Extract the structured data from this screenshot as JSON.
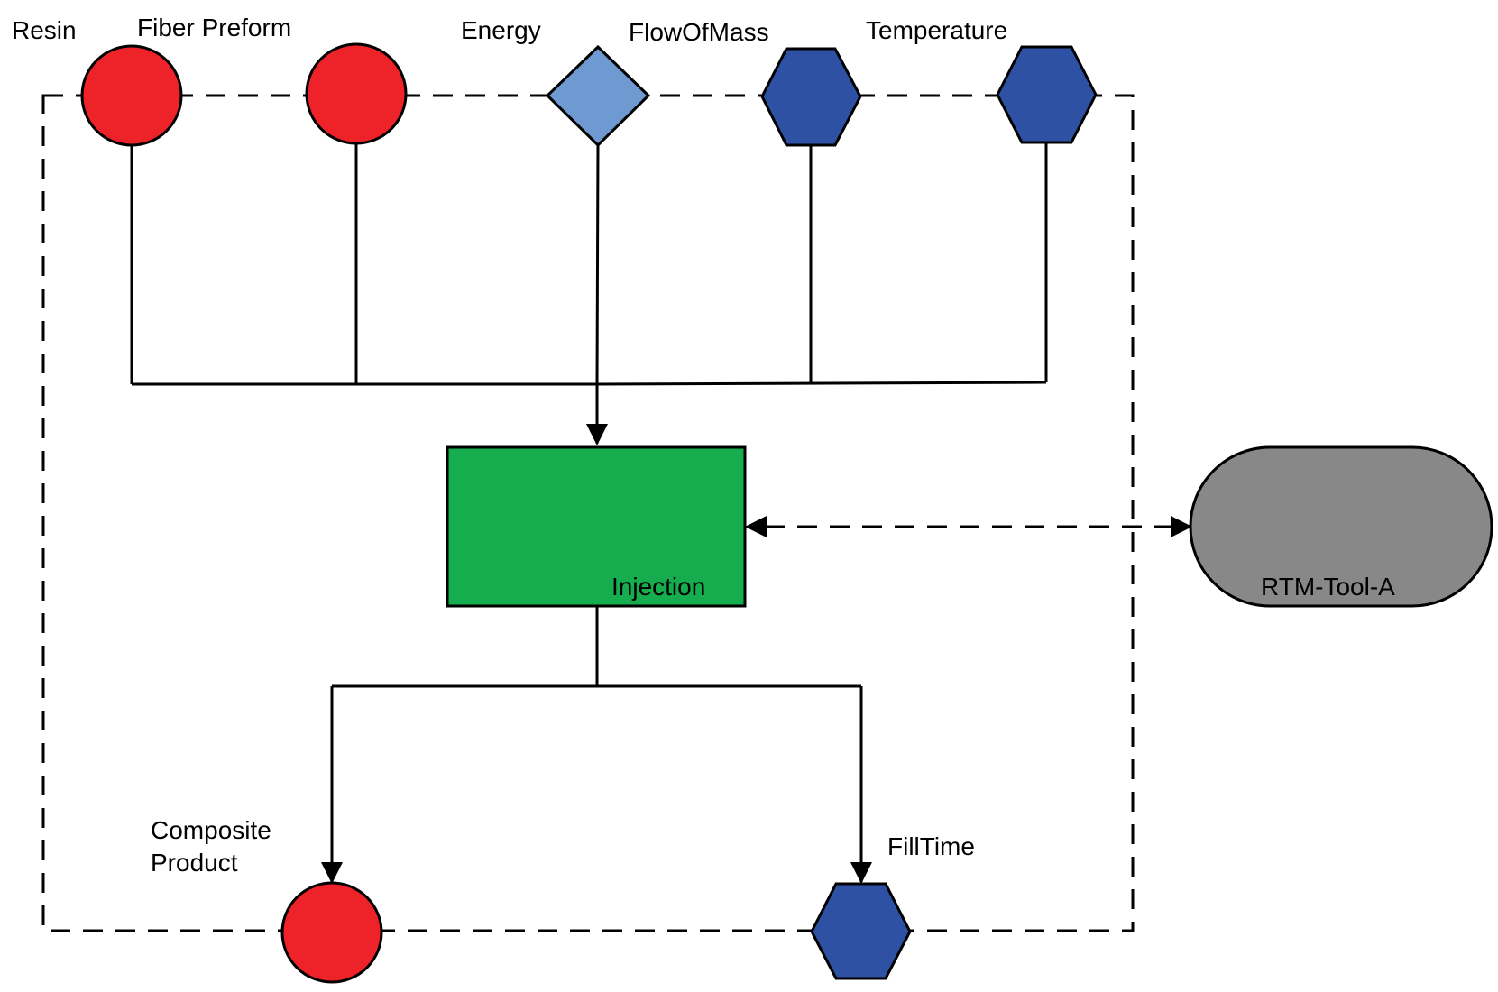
{
  "labels": {
    "resin": "Resin",
    "fiber_preform": "Fiber Preform",
    "energy": "Energy",
    "flow_of_mass": "FlowOfMass",
    "temperature": "Temperature",
    "injection": "Injection",
    "rtm_tool": "RTM-Tool-A",
    "composite_line1": "Composite",
    "composite_line2": "Product",
    "fill_time": "FillTime"
  },
  "colors": {
    "material": "#ee2229",
    "energy": "#6f9ad1",
    "information": "#2f51a3",
    "process": "#15ad4d",
    "resource": "#888888",
    "line": "#000000"
  }
}
